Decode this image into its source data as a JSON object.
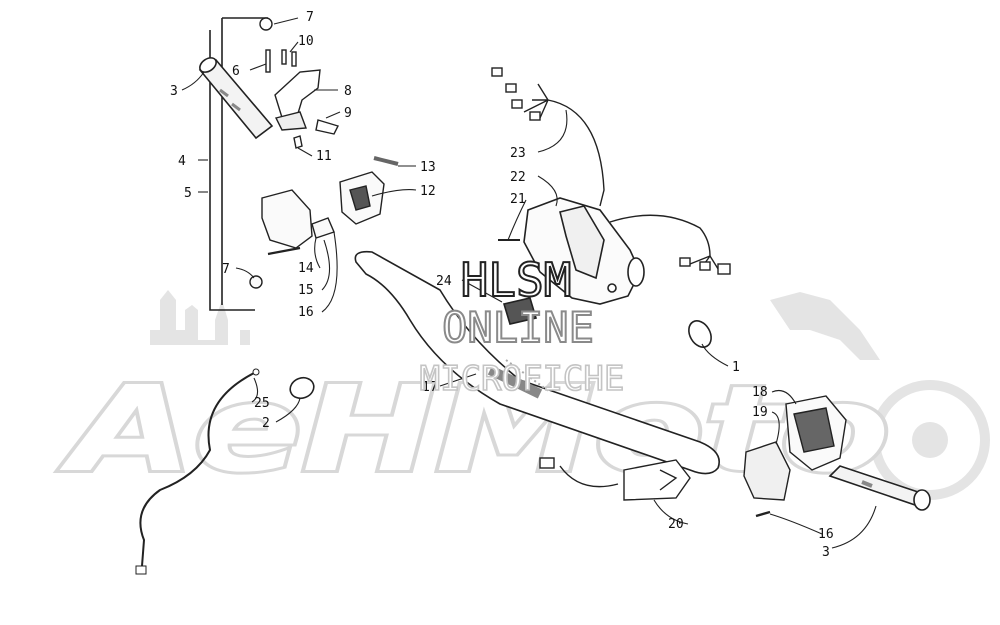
{
  "watermark": {
    "line1": "HLSM",
    "line2": "ONLINE",
    "line3": "MICROFICHE",
    "brand": "AeHMoto",
    "colors": {
      "dark": "#222222",
      "mid": "#9a9a9a",
      "light": "#cfcfcf"
    }
  },
  "callouts": [
    {
      "id": "c7a",
      "label": "7"
    },
    {
      "id": "c10",
      "label": "10"
    },
    {
      "id": "c6",
      "label": "6"
    },
    {
      "id": "c3a",
      "label": "3"
    },
    {
      "id": "c8",
      "label": "8"
    },
    {
      "id": "c9",
      "label": "9"
    },
    {
      "id": "c11",
      "label": "11"
    },
    {
      "id": "c4",
      "label": "4"
    },
    {
      "id": "c13",
      "label": "13"
    },
    {
      "id": "c5",
      "label": "5"
    },
    {
      "id": "c12",
      "label": "12"
    },
    {
      "id": "c7b",
      "label": "7"
    },
    {
      "id": "c14",
      "label": "14"
    },
    {
      "id": "c15",
      "label": "15"
    },
    {
      "id": "c16a",
      "label": "16"
    },
    {
      "id": "c23",
      "label": "23"
    },
    {
      "id": "c22",
      "label": "22"
    },
    {
      "id": "c21",
      "label": "21"
    },
    {
      "id": "c24",
      "label": "24"
    },
    {
      "id": "c1",
      "label": "1"
    },
    {
      "id": "c17",
      "label": "17"
    },
    {
      "id": "c25",
      "label": "25"
    },
    {
      "id": "c2",
      "label": "2"
    },
    {
      "id": "c18",
      "label": "18"
    },
    {
      "id": "c19",
      "label": "19"
    },
    {
      "id": "c20",
      "label": "20"
    },
    {
      "id": "c16b",
      "label": "16"
    },
    {
      "id": "c3b",
      "label": "3"
    }
  ]
}
